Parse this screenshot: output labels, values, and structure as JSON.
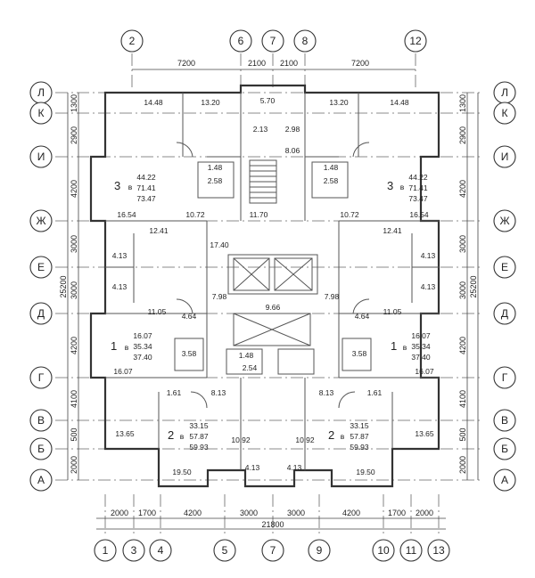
{
  "axes_top": [
    "2",
    "6",
    "7",
    "8",
    "12"
  ],
  "axes_bottom": [
    "1",
    "3",
    "4",
    "5",
    "7",
    "9",
    "10",
    "11",
    "13"
  ],
  "axes_left": [
    "Л",
    "К",
    "И",
    "Ж",
    "Е",
    "Д",
    "Г",
    "В",
    "Б",
    "А"
  ],
  "axes_right": [
    "Л",
    "К",
    "И",
    "Ж",
    "Е",
    "Д",
    "Г",
    "В",
    "Б",
    "А"
  ],
  "dims_top": [
    "7200",
    "2100",
    "2100",
    "7200"
  ],
  "dims_bottom": [
    "2000",
    "1700",
    "4200",
    "3000",
    "3000",
    "4200",
    "1700",
    "2000"
  ],
  "dims_bottom_total": "21800",
  "dims_left": [
    "1300",
    "2900",
    "4200",
    "3000",
    "3000",
    "4200",
    "4100",
    "500",
    "2000"
  ],
  "dims_left_total": "25200",
  "dims_right": [
    "1300",
    "2900",
    "4200",
    "3000",
    "3000",
    "4200",
    "4100",
    "500",
    "2000"
  ],
  "dims_right_total": "25200",
  "apartments": {
    "a3_left": {
      "count": "3",
      "unit": "в",
      "living": "44.22",
      "total": "71.41",
      "total_balc": "73.47"
    },
    "a3_right": {
      "count": "3",
      "unit": "в",
      "living": "44.22",
      "total": "71.41",
      "total_balc": "73.47"
    },
    "a1_left": {
      "count": "1",
      "unit": "в",
      "living": "16.07",
      "total": "35.34",
      "total_balc": "37.40"
    },
    "a1_right": {
      "count": "1",
      "unit": "в",
      "living": "16.07",
      "total": "35.34",
      "total_balc": "37.40"
    },
    "a2_left": {
      "count": "2",
      "unit": "в",
      "living": "33.15",
      "total": "57.87",
      "total_balc": "59.93"
    },
    "a2_right": {
      "count": "2",
      "unit": "в",
      "living": "33.15",
      "total": "57.87",
      "total_balc": "59.93"
    }
  },
  "rooms": {
    "r_14_48_l": "14.48",
    "r_13_20_l": "13.20",
    "r_5_70": "5.70",
    "r_13_20_r": "13.20",
    "r_14_48_r": "14.48",
    "r_2_13": "2.13",
    "r_2_98": "2.98",
    "r_8_06": "8.06",
    "r_1_48_l": "1.48",
    "r_2_58_l": "2.58",
    "r_1_48_r": "1.48",
    "r_2_58_r": "2.58",
    "r_16_54_l": "16.54",
    "r_10_72_l": "10.72",
    "r_11_70": "11.70",
    "r_10_72_r": "10.72",
    "r_16_54_r": "16.54",
    "r_12_41_l": "12.41",
    "r_17_40": "17.40",
    "r_12_41_r": "12.41",
    "r_4_13_a": "4.13",
    "r_4_13_b": "4.13",
    "r_4_13_c": "4.13",
    "r_4_13_d": "4.13",
    "r_11_05_l": "11.05",
    "r_7_98_l": "7.98",
    "r_7_98_r": "7.98",
    "r_11_05_r": "11.05",
    "r_4_64_l": "4.64",
    "r_9_66": "9.66",
    "r_4_64_r": "4.64",
    "r_16_07_l": "16.07",
    "r_3_58_l": "3.58",
    "r_3_58_r": "3.58",
    "r_16_07_r": "16.07",
    "r_1_48_c": "1.48",
    "r_2_54": "2.54",
    "r_1_61_l": "1.61",
    "r_8_13_l": "8.13",
    "r_8_13_r": "8.13",
    "r_1_61_r": "1.61",
    "r_13_65_l": "13.65",
    "r_10_92_l": "10.92",
    "r_10_92_r": "10.92",
    "r_13_65_r": "13.65",
    "r_19_50_l": "19.50",
    "r_4_13_e": "4.13",
    "r_4_13_f": "4.13",
    "r_19_50_r": "19.50"
  }
}
